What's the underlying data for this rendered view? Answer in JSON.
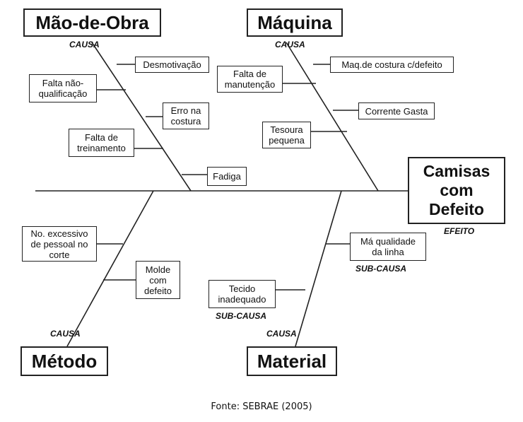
{
  "effect": {
    "text": "Camisas\ncom\nDefeito",
    "label": "EFEITO"
  },
  "categories": {
    "mao_de_obra": {
      "title": "Mão-de-Obra",
      "label": "CAUSA"
    },
    "maquina": {
      "title": "Máquina",
      "label": "CAUSA"
    },
    "metodo": {
      "title": "Método",
      "label": "CAUSA"
    },
    "material": {
      "title": "Material",
      "label": "CAUSA"
    }
  },
  "causes": {
    "desmotivacao": "Desmotivação",
    "falta_qualificacao": "Falta não-\nqualificação",
    "erro_costura": "Erro na\ncostura",
    "falta_treinamento": "Falta de\ntreinamento",
    "fadiga": "Fadiga",
    "maq_costura": "Maq.de costura c/defeito",
    "falta_manutencao": "Falta de\nmanutenção",
    "corrente_gasta": "Corrente Gasta",
    "tesoura_pequena": "Tesoura\npequena",
    "excesso_pessoal": "No. excessivo\nde pessoal no\ncorte",
    "molde_defeito": "Molde\ncom\ndefeito",
    "ma_qualidade": "Má qualidade\nda linha",
    "tecido_inadequado": "Tecido\ninadequado"
  },
  "subcause_labels": {
    "ma_qualidade": "SUB-CAUSA",
    "tecido_inadequado": "SUB-CAUSA"
  },
  "source": "Fonte: SEBRAE (2005)"
}
